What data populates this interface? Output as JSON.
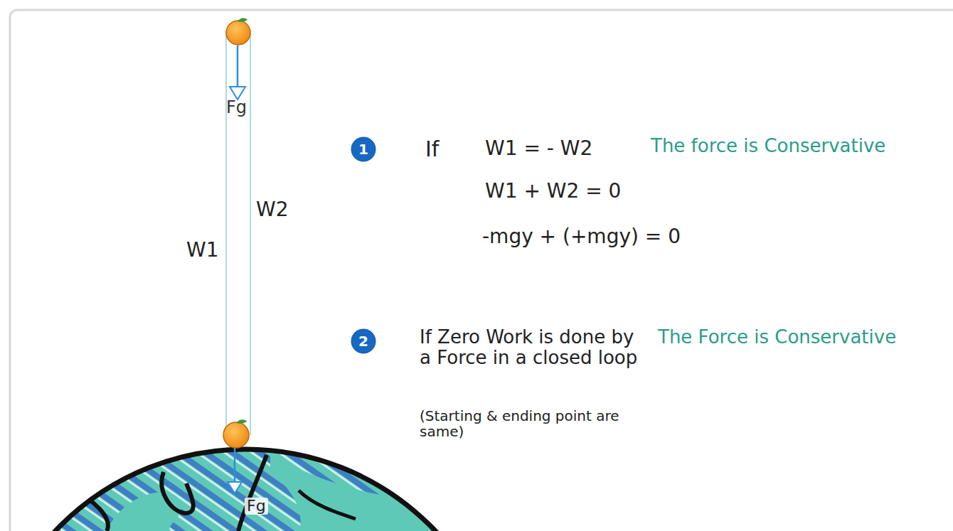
{
  "diagram": {
    "nodes": [
      {
        "text": [
          "1"
        ]
      },
      {
        "text": [
          "2"
        ]
      }
    ],
    "labels": [
      "Fg",
      "W2",
      "W1",
      "Fg",
      "If",
      "W1 = - W2",
      "The force is Conservative",
      "W1 + W2 = 0",
      "-mgy + (+mgy) = 0",
      "If Zero Work is done by a Force in a closed loop",
      "(Starting & ending point are same)",
      "The Force is Conservative"
    ]
  }
}
